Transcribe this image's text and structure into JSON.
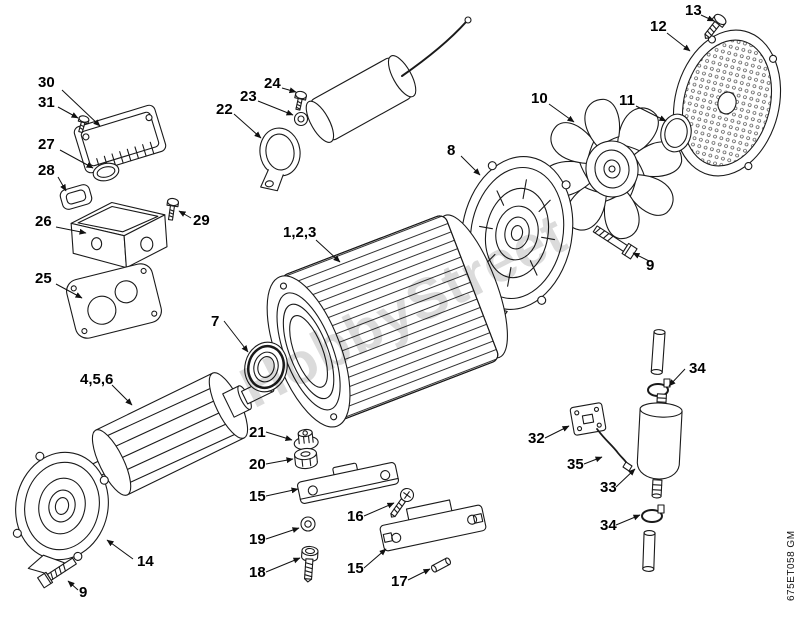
{
  "watermark": "HobbyStreet",
  "plate_code": "675ET058 GM",
  "labels": [
    "30",
    "31",
    "27",
    "28",
    "26",
    "25",
    "24",
    "23",
    "22",
    "29",
    "1,2,3",
    "7",
    "4,5,6",
    "8",
    "10",
    "11",
    "12",
    "13",
    "9",
    "21",
    "20",
    "15",
    "16",
    "19",
    "18",
    "15",
    "17",
    "14",
    "9",
    "32",
    "35",
    "33",
    "34",
    "34"
  ]
}
